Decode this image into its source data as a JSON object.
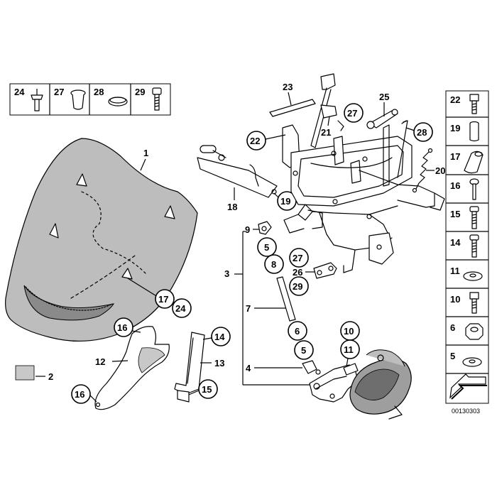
{
  "diagram": {
    "ref_number": "00130303",
    "labels": {
      "l1": "1",
      "l2": "2",
      "l3": "3",
      "l4": "4",
      "l5a": "5",
      "l5b": "5",
      "l6": "6",
      "l7": "7",
      "l8": "8",
      "l9": "9",
      "l10": "10",
      "l11": "11",
      "l12": "12",
      "l13": "13",
      "l14": "14",
      "l15": "15",
      "l16a": "16",
      "l16b": "16",
      "l17": "17",
      "l18": "18",
      "l19": "19",
      "l20": "20",
      "l21": "21",
      "l22": "22",
      "l23": "23",
      "l24": "24",
      "l25": "25",
      "l26": "26",
      "l27a": "27",
      "l27b": "27",
      "l28": "28",
      "l29": "29"
    },
    "top_legend": [
      "24",
      "27",
      "28",
      "29"
    ],
    "side_legend": [
      "22",
      "19",
      "17",
      "16",
      "15",
      "14",
      "11",
      "10",
      "6",
      "5"
    ]
  }
}
